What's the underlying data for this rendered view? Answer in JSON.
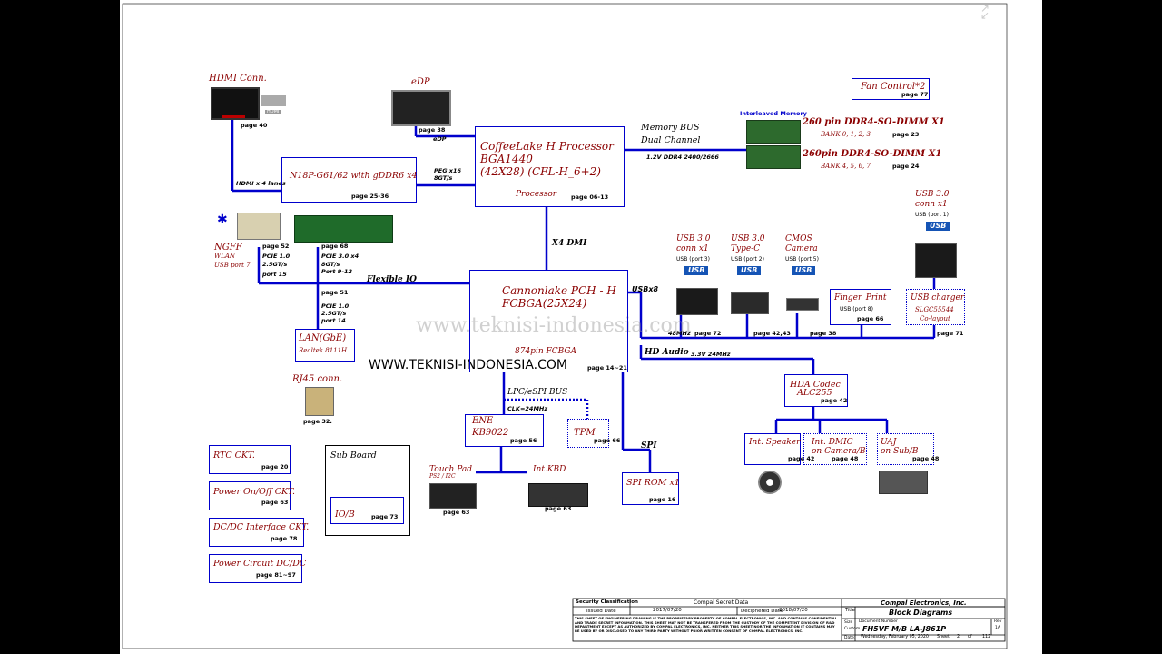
{
  "watermark": {
    "faint": "www.teknisi-indonesia.com",
    "bold": "WWW.TEKNISI-INDONESIA.COM"
  },
  "top_icons": {
    "expand": "↗",
    "collapse": "↙"
  },
  "hdmi": {
    "title": "HDMI Conn.",
    "page": "page 40",
    "badge": "HDMI",
    "bus": "HDMI x 4 lanes"
  },
  "edp": {
    "title": "eDP",
    "page": "page 38",
    "label": "eDP"
  },
  "fan": {
    "title": "Fan Control*2",
    "page": "page 77"
  },
  "cpu": {
    "line1": "CoffeeLake H Processor",
    "line2": "BGA1440",
    "line3": "(42X28)  (CFL-H_6+2)",
    "role": "Processor",
    "page": "page 06-13"
  },
  "memory": {
    "bus": "Memory BUS",
    "channel": "Dual Channel",
    "voltage": "1.2V DDR4 2400/2666",
    "interleaved": "Interleaved  Memory",
    "dimm1": {
      "title": "260 pin DDR4-SO-DIMM X1",
      "bank": "BANK 0, 1, 2, 3",
      "page": "page 23"
    },
    "dimm2": {
      "title": "260pin DDR4-SO-DIMM X1",
      "bank": "BANK 4, 5, 6, 7",
      "page": "page 24"
    }
  },
  "gpu": {
    "title": "N18P-G61/62 with gDDR6 x4",
    "page": "page 25-36",
    "peg1": "PEG x16",
    "peg2": "8GT/s"
  },
  "dmi": "X4 DMI",
  "ngff": {
    "title": "NGFF",
    "sub1": "WLAN",
    "sub2": "USB port 7",
    "page": "page 52",
    "pcie1": "PCIE 1.0",
    "pcie2": "2.5GT/s",
    "pcie3": "port 15"
  },
  "ssd": {
    "page": "page 68",
    "pcie1": "PCIE 3.0 x4",
    "pcie2": "8GT/s",
    "pcie3": "Port 9-12"
  },
  "flexible_io": "Flexible IO",
  "lan": {
    "title": "LAN(GbE)",
    "chip": "Realtek 8111H",
    "page_above": "page 51",
    "pcie1": "PCIE 1.0",
    "pcie2": "2.5GT/s",
    "pcie3": "port 14"
  },
  "rj45": {
    "title": "RJ45 conn.",
    "page": "page 32."
  },
  "pch": {
    "line1": "Cannonlake PCH - H",
    "line2": "FCBGA(25X24)",
    "pins": "874pin FCBGA",
    "page": "page 14~21",
    "usb": "USBx8",
    "mhz": "48MHz"
  },
  "usb3a": {
    "t1": "USB 3.0",
    "t2": "conn  x1",
    "port": "USB (port 3)",
    "page": "page 72"
  },
  "usbc": {
    "t1": "USB 3.0",
    "t2": "Type-C",
    "port": "USB (port 2)",
    "page": "page 42,43"
  },
  "cmos": {
    "t1": "CMOS",
    "t2": "Camera",
    "port": "USB (port 5)",
    "page": "page 38"
  },
  "finger": {
    "title": "Finger_Print",
    "port": "USB (port 8)",
    "page": "page 66"
  },
  "usb3b": {
    "t1": "USB 3.0",
    "t2": "conn  x1",
    "port": "USB (port 1)"
  },
  "usbchg": {
    "title": "USB charger",
    "chip": "SLGC55544",
    "layout": "Co-layout",
    "page": "page 71"
  },
  "usb_logo": "USB",
  "hd_audio": {
    "label": "HD Audio",
    "clk": "3.3V 24MHz"
  },
  "hda": {
    "title": "HDA Codec",
    "chip": "ALC255",
    "page": "page 42"
  },
  "speaker": {
    "title": "Int. Speaker",
    "page": "page 42"
  },
  "dmic": {
    "t1": "Int. DMIC",
    "t2": "on Camera/B",
    "page": "page 48"
  },
  "uaj": {
    "t1": "UAJ",
    "t2": "on Sub/B",
    "page": "page 48"
  },
  "lpc": {
    "bus": "LPC/eSPI BUS",
    "clk": "CLK=24MHz"
  },
  "ene": {
    "t1": "ENE",
    "t2": "KB9022",
    "page": "page 56"
  },
  "tpm": {
    "title": "TPM",
    "page": "page 66"
  },
  "touchpad": {
    "title": "Touch  Pad",
    "sub": "PS2 / I2C",
    "page": "page 63"
  },
  "kbd": {
    "title": "Int.KBD",
    "page": "page 63"
  },
  "spi": {
    "bus": "SPI",
    "title": "SPI ROM x1",
    "page": "page 16"
  },
  "rtc": {
    "title": "RTC CKT.",
    "page": "page 20"
  },
  "power_onoff": {
    "title": "Power On/Off CKT.",
    "page": "page 63"
  },
  "dcdc_if": {
    "title": "DC/DC Interface CKT.",
    "page": "page 78"
  },
  "power_circuit": {
    "title": "Power Circuit DC/DC",
    "page": "page 81~97"
  },
  "subboard": {
    "title": "Sub Board",
    "io": "IO/B",
    "page": "page 73"
  },
  "titleblock": {
    "security": "Security  Classification",
    "secret": "Compal Secret Data",
    "company": "Compal Electronics, Inc.",
    "issued_label": "Issued Date",
    "issued": "2017/07/20",
    "deciphered_label": "Deciphered Date",
    "deciphered": "2018/07/20",
    "title_label": "Title",
    "title": "Block Diagrams",
    "notice": "THIS SHEET OF ENGINEERING DRAWING IS THE PROPRIETARY PROPERTY OF COMPAL ELECTRONICS, INC. AND CONTAINS CONFIDENTIAL AND TRADE SECRET INFORMATION. THIS SHEET MAY NOT BE TRANSFERED FROM THE CUSTODY OF THE COMPETENT DIVISION OF R&D DEPARTMENT EXCEPT AS AUTHORIZED BY COMPAL ELECTRONICS, INC. NEITHER THIS SHEET NOR THE INFORMATION IT CONTAINS MAY BE USED BY OR DISCLOSED TO ANY THIRD PARTY WITHOUT PRIOR WRITTEN CONSENT OF COMPAL ELECTRONICS, INC.",
    "size_label": "Size",
    "size": "Custom",
    "docnum_label": "Document  Number",
    "docnum": "FH5VF M/B LA-J861P",
    "rev_label": "Rev",
    "rev": "1A",
    "date_label": "Date:",
    "date": "Wednesday, February 05, 2020",
    "sheet_label": "Sheet",
    "sheet": "2",
    "of_label": "of",
    "of": "112"
  },
  "colors": {
    "wire": "#0000cc",
    "label": "#8b0000"
  }
}
